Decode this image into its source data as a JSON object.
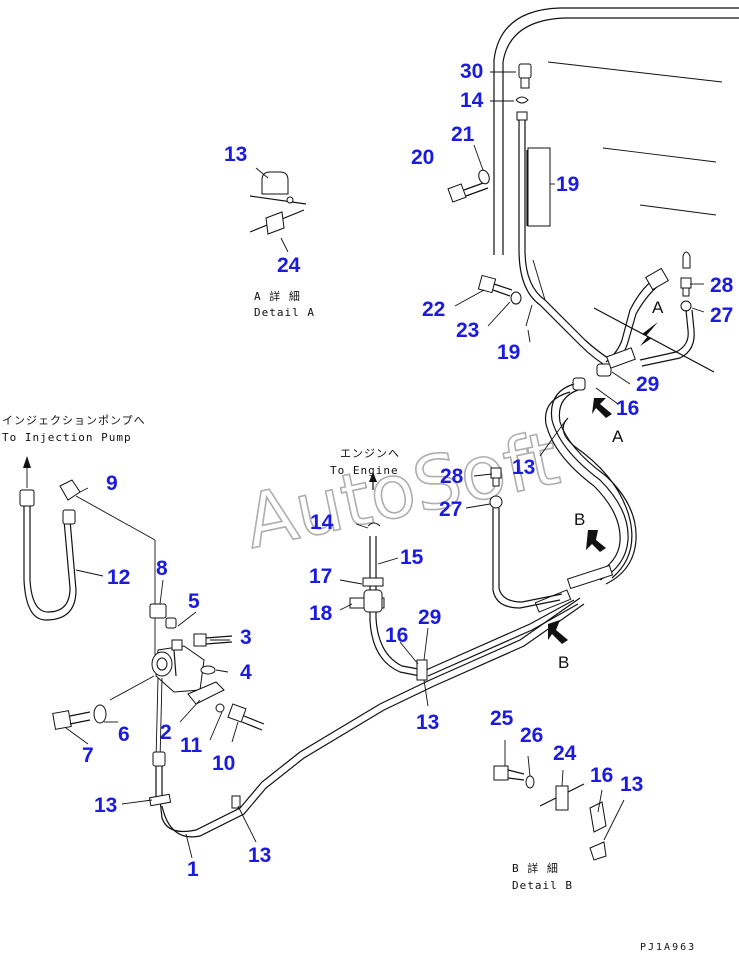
{
  "drawing_code": "PJ1A963",
  "watermark": "AutoSoft",
  "notes": {
    "detail_a_jp": "A 詳 細",
    "detail_a_en": "Detail A",
    "detail_b_jp": "B 詳 細",
    "detail_b_en": "Detail B",
    "to_pump_jp": "インジェクションポンプへ",
    "to_pump_en": "To Injection Pump",
    "to_engine_jp": "エンジンへ",
    "to_engine_en": "To Engine",
    "view_a": "A",
    "view_b": "B"
  },
  "part_numbers": {
    "p30": "30",
    "p14a": "14",
    "p21": "21",
    "p20": "20",
    "p19a": "19",
    "p13a": "13",
    "p24a": "24",
    "p22": "22",
    "p23": "23",
    "p19b": "19",
    "p28a": "28",
    "p27a": "27",
    "p29a": "29",
    "p16a": "16",
    "p13b": "13",
    "p9": "9",
    "p12": "12",
    "p28b": "28",
    "p27b": "27",
    "p14b": "14",
    "p15": "15",
    "p17": "17",
    "p18": "18",
    "p8": "8",
    "p5": "5",
    "p3": "3",
    "p4": "4",
    "p16b": "16",
    "p29b": "29",
    "p7": "7",
    "p6": "6",
    "p2": "2",
    "p11": "11",
    "p10": "10",
    "p13c": "13",
    "p25": "25",
    "p26": "26",
    "p24b": "24",
    "p16c": "16",
    "p13d": "13",
    "p13e": "13",
    "p13f": "13",
    "p1": "1"
  }
}
